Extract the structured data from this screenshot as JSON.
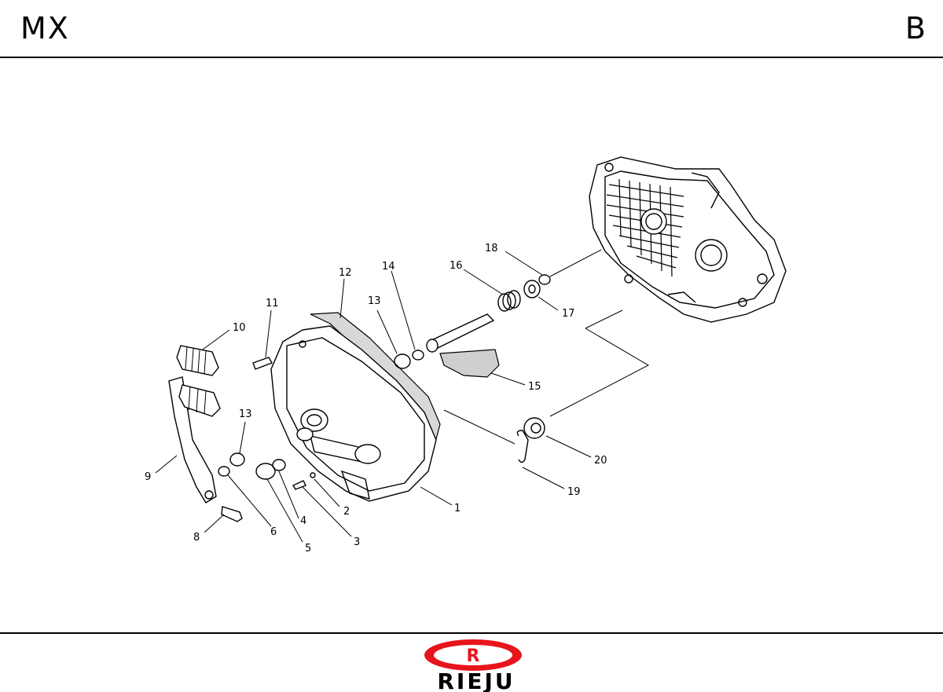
{
  "header": {
    "model": "MX",
    "section": "B"
  },
  "callouts": [
    "1",
    "2",
    "3",
    "4",
    "5",
    "6",
    "8",
    "9",
    "10",
    "11",
    "12",
    "13",
    "13",
    "14",
    "15",
    "16",
    "17",
    "18",
    "19",
    "20"
  ],
  "logo": {
    "text": "RIEJU",
    "mark": "R",
    "color": "#e8141c"
  }
}
